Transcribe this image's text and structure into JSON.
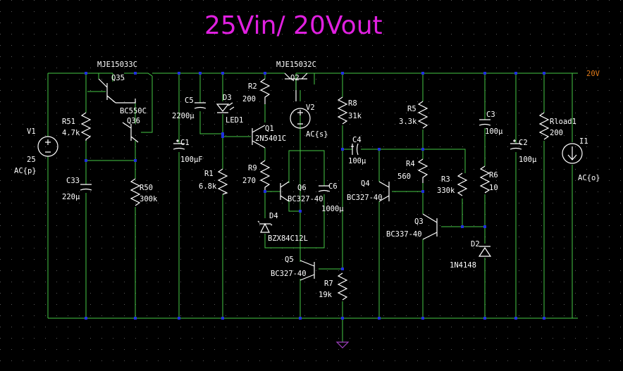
{
  "title": "25Vin/ 20Vout",
  "net_label": "20V",
  "colors": {
    "background": "#000000",
    "wire": "#46c846",
    "component": "#ffffff",
    "junction": "#2030e0",
    "title": "#e020e0",
    "net_label": "#e07a1a",
    "ground": "#a040c0"
  },
  "components": {
    "V1": {
      "name": "V1",
      "value": "25",
      "ac": "AC{p}"
    },
    "R51": {
      "name": "R51",
      "value": "4.7k"
    },
    "C33": {
      "name": "C33",
      "value": "220µ"
    },
    "Q35": {
      "name": "Q35",
      "part": "MJE15033C"
    },
    "Q36": {
      "name": "Q36",
      "part": "BC550C"
    },
    "R50": {
      "name": "R50",
      "value": "300k"
    },
    "C1": {
      "name": "C1",
      "value": "100µF"
    },
    "C5": {
      "name": "C5",
      "value": "2200µ"
    },
    "D3": {
      "name": "D3",
      "part": "LED1"
    },
    "R1": {
      "name": "R1",
      "value": "6.8k"
    },
    "R2": {
      "name": "R2",
      "value": "200"
    },
    "Q1": {
      "name": "Q1",
      "part": "2N5401C"
    },
    "Q2": {
      "name": "Q2",
      "part": "MJE15032C"
    },
    "V2": {
      "name": "V2",
      "ac": "AC{s}"
    },
    "R9": {
      "name": "R9",
      "value": "270"
    },
    "Q6": {
      "name": "Q6",
      "part": "BC327-40"
    },
    "C6": {
      "name": "C6",
      "value": "1000µ"
    },
    "D4": {
      "name": "D4",
      "part": "BZX84C12L"
    },
    "Q5": {
      "name": "Q5",
      "part": "BC327-40"
    },
    "R7": {
      "name": "R7",
      "value": "19k"
    },
    "R8": {
      "name": "R8",
      "value": "31k"
    },
    "C4": {
      "name": "C4",
      "value": "100µ"
    },
    "Q4": {
      "name": "Q4",
      "part": "BC327-40"
    },
    "R5": {
      "name": "R5",
      "value": "3.3k"
    },
    "R4": {
      "name": "R4",
      "value": "560"
    },
    "R3": {
      "name": "R3",
      "value": "330k"
    },
    "Q3": {
      "name": "Q3",
      "part": "BC337-40"
    },
    "C3": {
      "name": "C3",
      "value": "100µ"
    },
    "R6": {
      "name": "R6",
      "value": "10"
    },
    "D2": {
      "name": "D2",
      "part": "1N4148"
    },
    "C2": {
      "name": "C2",
      "value": "100µ"
    },
    "Rload1": {
      "name": "Rload1",
      "value": "200"
    },
    "I1": {
      "name": "I1",
      "ac": "AC{o}"
    }
  }
}
